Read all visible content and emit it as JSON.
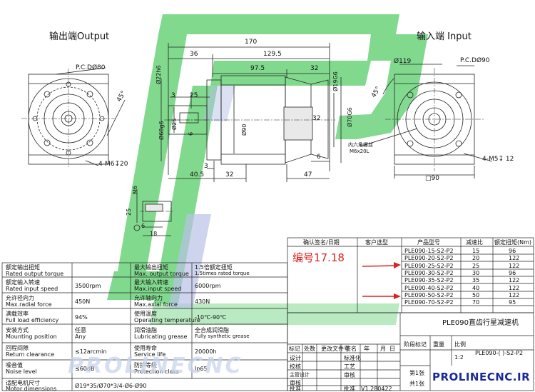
{
  "views": {
    "output_label": "输出端Output",
    "input_label": "输入端 Input",
    "pcd_output": "P.C.DØ80",
    "pcd_input": "P.C.DØ90",
    "tap_output": "4-M6↧20",
    "tap_input": "4-M5↧ 12",
    "angle": "45°",
    "dia_input_top": "Ø119",
    "square_input": "□90",
    "hex_note_1": "内六角螺丝",
    "hex_note_2": "M6x20L"
  },
  "dims": {
    "d170": "170",
    "d36": "36",
    "d129_5": "129.5",
    "d97_5": "97.5",
    "d32a": "32",
    "d22": "Ø22h6",
    "d19": "Ø19G6",
    "d3a": "3",
    "d25a": "25",
    "d68": "Ø68g6",
    "d25b": "Ø25",
    "d6a": "6",
    "d90": "Ø90",
    "d70": "Ø70G6",
    "d32b": "32",
    "d3b": "3",
    "d6b": "6",
    "d40_5": "40.5",
    "d32c": "32",
    "d47": "47",
    "k_m6": "M6",
    "k_25": "25",
    "k_6": "6",
    "k_18": "18"
  },
  "serial": "编号17.18",
  "model_table": {
    "headers": [
      "确认签名/日期",
      "客户选型",
      "产品型号",
      "减速比",
      "额定扭矩(Nm)"
    ],
    "rows": [
      [
        "PLE090-15-S2-P2",
        "15",
        "96"
      ],
      [
        "PLE090-20-S2-P2",
        "20",
        "122"
      ],
      [
        "PLE090-25-S2-P2",
        "25",
        "122"
      ],
      [
        "PLE090-30-S2-P2",
        "30",
        "96"
      ],
      [
        "PLE090-35-S2-P2",
        "35",
        "122"
      ],
      [
        "PLE090-40-S2-P2",
        "40",
        "122"
      ],
      [
        "PLE090-50-S2-P2",
        "50",
        "122"
      ],
      [
        "PLE090-70-S2-P2",
        "70",
        "95"
      ]
    ]
  },
  "specs": [
    [
      "额定输出扭矩",
      "Rated output torque",
      "",
      "最大输出扭矩",
      "Max. output torque",
      "1.5倍额定扭矩",
      "1.5times rated torque"
    ],
    [
      "额定输入转速",
      "Rated input speed",
      "3500rpm",
      "最大输入转速",
      "Max.input speed",
      "6000rpm",
      ""
    ],
    [
      "允许径向力",
      "Max.radial force",
      "450N",
      "允许轴向力",
      "Max.axial force",
      "430N",
      ""
    ],
    [
      "满载效率",
      "Full load efficiency",
      "94%",
      "使用温度",
      "Operating temperature",
      "-10℃-90℃",
      ""
    ],
    [
      "安装方式",
      "Mounting position",
      "任意",
      "润滑油脂",
      "Lubricating grease",
      "全合成润滑脂",
      "Fully synthetic grease"
    ],
    [
      "",
      "",
      "Any",
      "",
      "",
      "",
      ""
    ],
    [
      "回程间隙",
      "Return clearance",
      "≤12arcmin",
      "使用寿命",
      "Service life",
      "20000h",
      ""
    ],
    [
      "噪音值",
      "Noise level",
      "≤60dB",
      "防护等级",
      "Protection class",
      "Ip65",
      ""
    ],
    [
      "适配电机尺寸",
      "Motor dimensions",
      "Ø19*35/Ø70*3/4-Ø6-Ø90",
      "",
      "",
      "",
      ""
    ]
  ],
  "title_block": {
    "title": "PLE090直齿行星减速机",
    "rev_headers": [
      "标记",
      "处数",
      "更改文件号",
      "签名",
      "年",
      "月",
      "日"
    ],
    "roles": [
      "设计",
      "校核",
      "主管设计",
      "审核",
      "批准"
    ],
    "middle": [
      "标准化",
      "工艺",
      "审核"
    ],
    "stage": "阶段标记",
    "weight": "重量",
    "scale": "比例",
    "scale_val": "1:2",
    "part_no": "PLE090-( )-S2-P2",
    "sheet_no": "第1张",
    "sheet_total": "共1张",
    "date": "V1.280422",
    "approve": "批准"
  },
  "brand": {
    "watermark": "PROLINECNC",
    "url": "PROLINECNC.IR",
    "logo_color": "#35c24a",
    "url_color": "#1a2a9a",
    "arrow_color": "#e02020"
  }
}
